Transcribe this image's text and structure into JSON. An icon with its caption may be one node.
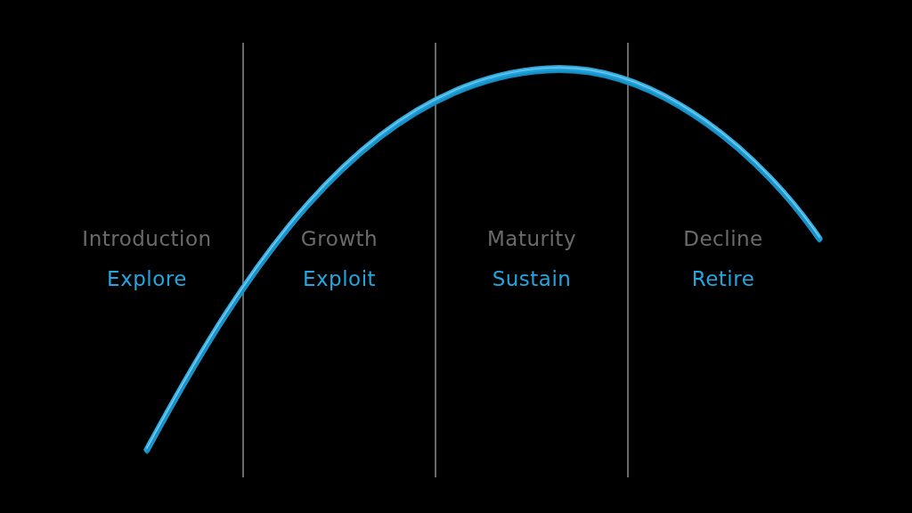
{
  "diagram": {
    "labels": [
      "Introduction",
      "Explore",
      "Growth",
      "Exploit",
      "Maturity",
      "Sustain",
      "Decline",
      "Retire"
    ]
  }
}
